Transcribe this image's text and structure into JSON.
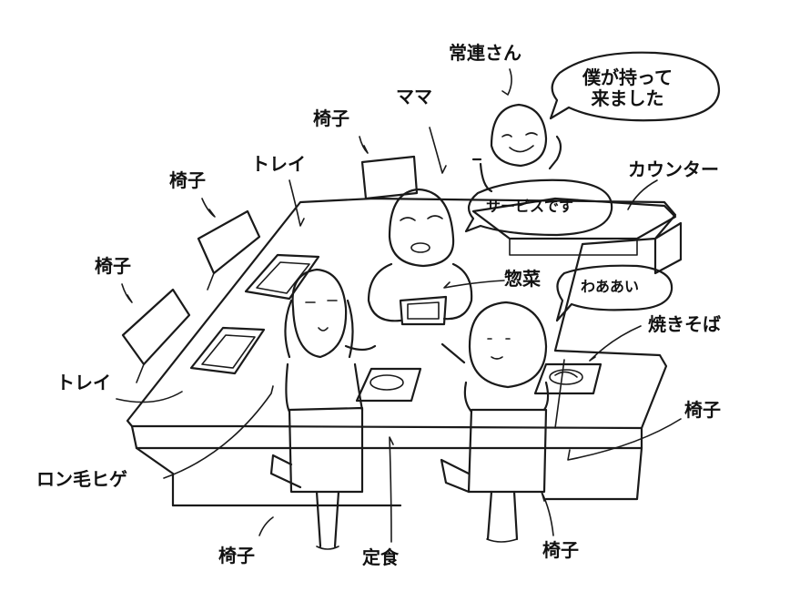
{
  "labels": {
    "regular_customer": "常連さん",
    "mama": "ママ",
    "chair_top": "椅子",
    "tray_top": "トレイ",
    "chair_left_upper": "椅子",
    "chair_left_mid": "椅子",
    "counter": "カウンター",
    "side_dish": "惣菜",
    "yakisoba": "焼きそば",
    "tray_left": "トレイ",
    "chair_right": "椅子",
    "long_hair_beard": "ロン毛ヒゲ",
    "chair_bottom_left": "椅子",
    "set_meal": "定食",
    "chair_bottom_right": "椅子"
  },
  "bubbles": {
    "regular": [
      "僕が持って",
      "来ました"
    ],
    "mama": "サービスです",
    "girl": "わああい"
  }
}
